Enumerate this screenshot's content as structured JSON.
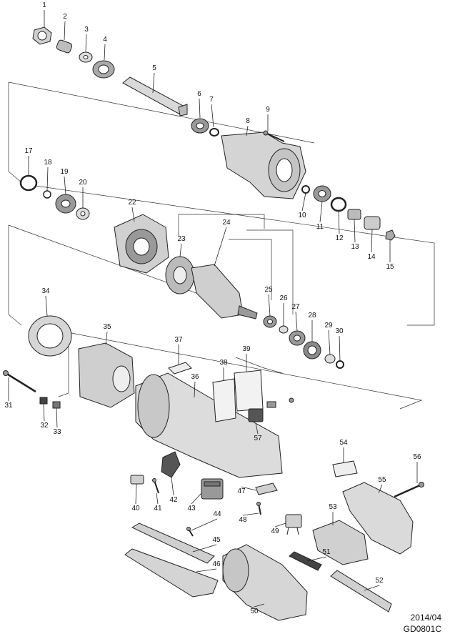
{
  "diagram": {
    "parts": [
      {
        "id": "p1",
        "number": "1"
      },
      {
        "id": "p2",
        "number": "2"
      },
      {
        "id": "p3",
        "number": "3"
      },
      {
        "id": "p4",
        "number": "4"
      },
      {
        "id": "p5",
        "number": "5"
      },
      {
        "id": "p6",
        "number": "6"
      },
      {
        "id": "p7",
        "number": "7"
      },
      {
        "id": "p8",
        "number": "8"
      },
      {
        "id": "p9",
        "number": "9"
      },
      {
        "id": "p10",
        "number": "10"
      },
      {
        "id": "p11",
        "number": "11"
      },
      {
        "id": "p12",
        "number": "12"
      },
      {
        "id": "p13",
        "number": "13"
      },
      {
        "id": "p14",
        "number": "14"
      },
      {
        "id": "p15",
        "number": "15"
      },
      {
        "id": "p17",
        "number": "17"
      },
      {
        "id": "p18",
        "number": "18"
      },
      {
        "id": "p19",
        "number": "19"
      },
      {
        "id": "p20",
        "number": "20"
      },
      {
        "id": "p22",
        "number": "22"
      },
      {
        "id": "p23",
        "number": "23"
      },
      {
        "id": "p24",
        "number": "24"
      },
      {
        "id": "p25",
        "number": "25"
      },
      {
        "id": "p26",
        "number": "26"
      },
      {
        "id": "p27",
        "number": "27"
      },
      {
        "id": "p28",
        "number": "28"
      },
      {
        "id": "p29",
        "number": "29"
      },
      {
        "id": "p30",
        "number": "30"
      },
      {
        "id": "p31",
        "number": "31"
      },
      {
        "id": "p32",
        "number": "32"
      },
      {
        "id": "p33",
        "number": "33"
      },
      {
        "id": "p34",
        "number": "34"
      },
      {
        "id": "p35",
        "number": "35"
      },
      {
        "id": "p36",
        "number": "36"
      },
      {
        "id": "p37",
        "number": "37"
      },
      {
        "id": "p38",
        "number": "38"
      },
      {
        "id": "p39",
        "number": "39"
      },
      {
        "id": "p40",
        "number": "40"
      },
      {
        "id": "p41",
        "number": "41"
      },
      {
        "id": "p42",
        "number": "42"
      },
      {
        "id": "p43",
        "number": "43"
      },
      {
        "id": "p44",
        "number": "44"
      },
      {
        "id": "p45",
        "number": "45"
      },
      {
        "id": "p46",
        "number": "46"
      },
      {
        "id": "p47",
        "number": "47"
      },
      {
        "id": "p48",
        "number": "48"
      },
      {
        "id": "p49",
        "number": "49"
      },
      {
        "id": "p50",
        "number": "50"
      },
      {
        "id": "p51",
        "number": "51"
      },
      {
        "id": "p52",
        "number": "52"
      },
      {
        "id": "p53",
        "number": "53"
      },
      {
        "id": "p54",
        "number": "54"
      },
      {
        "id": "p55",
        "number": "55"
      },
      {
        "id": "p56",
        "number": "56"
      },
      {
        "id": "p57",
        "number": "57"
      }
    ]
  },
  "footer": {
    "date": "2014/04",
    "code": "GD0801C"
  },
  "colors": {
    "line": "#222222",
    "fill_light": "#e6e6e6",
    "fill_mid": "#bdbdbd",
    "fill_dark": "#555555"
  }
}
